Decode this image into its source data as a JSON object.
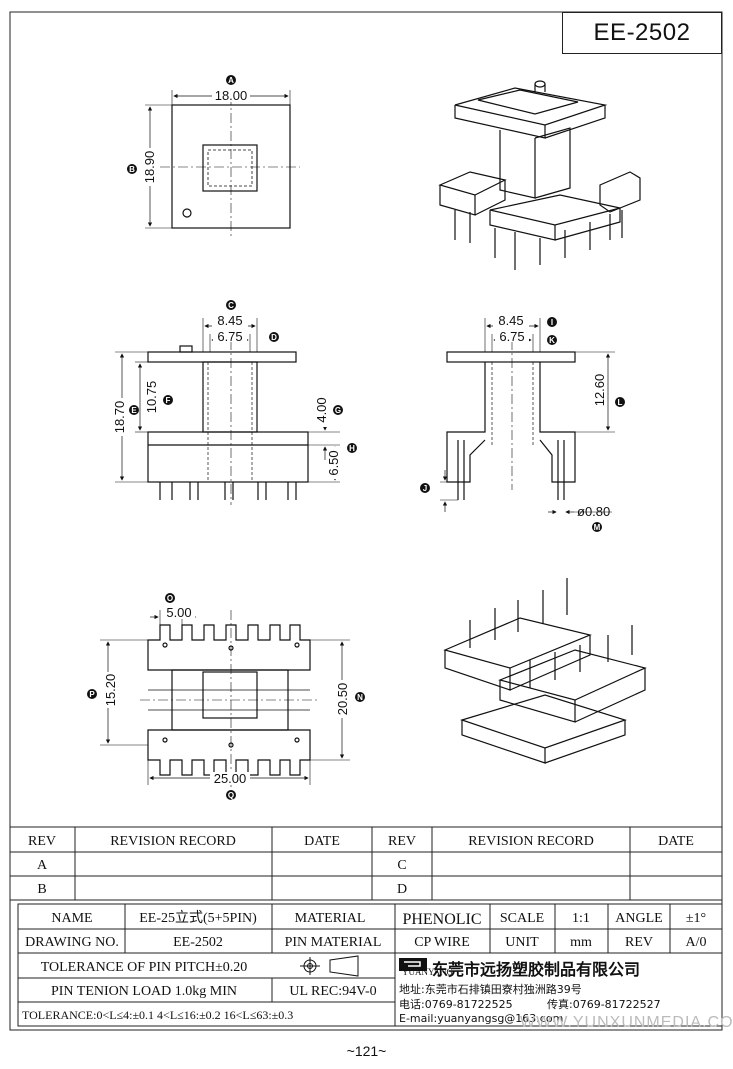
{
  "part_number": "EE-2502",
  "page_number": "~121~",
  "dimensions": {
    "a": "18.00",
    "b": "18.90",
    "c": "8.45",
    "d": "6.75",
    "e": "18.70",
    "f": "10.75",
    "g": "4.00",
    "h": "6.50",
    "i": "8.45",
    "k": "6.75",
    "l": "12.60",
    "m": "ø0.80",
    "o": "5.00",
    "p": "15.20",
    "n": "20.50",
    "q": "25.00"
  },
  "callouts": {
    "a": "A",
    "b": "B",
    "c": "C",
    "d": "D",
    "e": "E",
    "f": "F",
    "g": "G",
    "h": "H",
    "i": "I",
    "k": "K",
    "l": "L",
    "j": "J",
    "m": "M",
    "o": "O",
    "p": "P",
    "n": "N",
    "q": "Q"
  },
  "revision_table": {
    "headers": [
      "REV",
      "REVISION RECORD",
      "DATE",
      "REV",
      "REVISION RECORD",
      "DATE"
    ],
    "rows": [
      [
        "A",
        "",
        "",
        "C",
        "",
        ""
      ],
      [
        "B",
        "",
        "",
        "D",
        "",
        ""
      ]
    ]
  },
  "title_block": {
    "name_label": "NAME",
    "name_value": "EE-25立式(5+5PIN)",
    "material_label": "MATERIAL",
    "material_value": "PHENOLIC",
    "scale_label": "SCALE",
    "scale_value": "1:1",
    "angle_label": "ANGLE",
    "angle_value": "±1°",
    "drawing_no_label": "DRAWING NO.",
    "drawing_no_value": "EE-2502",
    "pin_material_label": "PIN MATERIAL",
    "pin_material_value": "CP WIRE",
    "unit_label": "UNIT",
    "unit_value": "mm",
    "rev_label": "REV",
    "rev_value": "A/0",
    "tolerance_pitch": "TOLERANCE OF PIN PITCH±0.20",
    "pin_tension": "PIN TENION LOAD 1.0kg MIN",
    "ul_rec": "UL REC:94V-0",
    "tolerance_line": "TOLERANCE:0<L≤4:±0.1  4<L≤16:±0.2  16<L≤63:±0.3",
    "company_brand": "YUANYANG",
    "company_name": "东莞市远扬塑胶制品有限公司",
    "address": "地址:东莞市石排镇田寮村独洲路39号",
    "phone": "电话:0769-81722525",
    "fax": "传真:0769-81722527",
    "email": "E-mail:yuanyangsg@163.com"
  },
  "watermark": "WWW.YUNXUNMEDIA.COM"
}
